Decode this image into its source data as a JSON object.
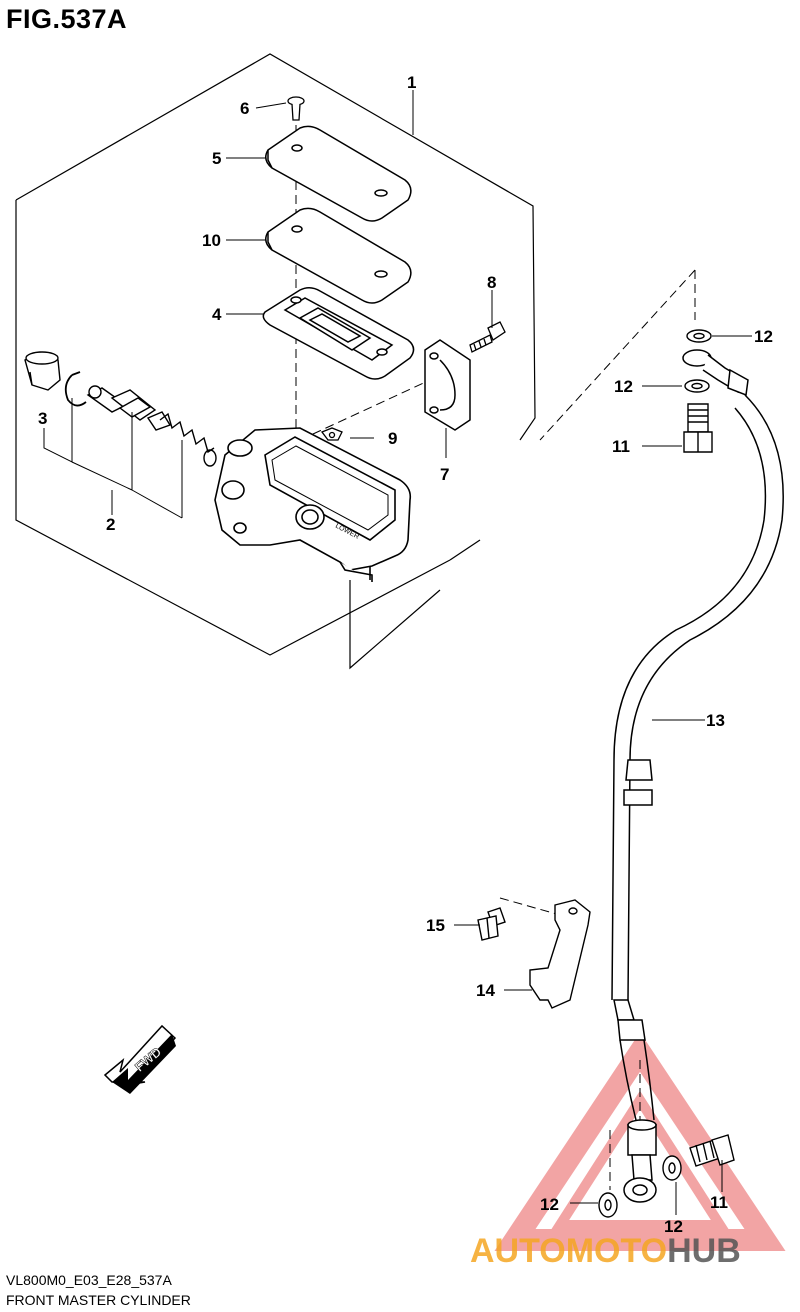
{
  "figure": {
    "title": "FIG.537A",
    "code": "VL800M0_E03_E28_537A",
    "name": "FRONT MASTER CYLINDER"
  },
  "callouts": {
    "c1": "1",
    "c2": "2",
    "c3": "3",
    "c4": "4",
    "c5": "5",
    "c6": "6",
    "c7": "7",
    "c8": "8",
    "c9": "9",
    "c10": "10",
    "c11a": "11",
    "c11b": "11",
    "c12a": "12",
    "c12b": "12",
    "c12c": "12",
    "c12d": "12",
    "c13": "13",
    "c14": "14",
    "c15": "15"
  },
  "labels": {
    "fwd": "FWD",
    "lower": "LOWER"
  },
  "watermark": {
    "part1": "AUTO",
    "part2": "MOTO",
    "part3": "HUB",
    "color_red": "#e85a5a",
    "color_orange": "#f5a623",
    "color_gray": "#555555"
  }
}
